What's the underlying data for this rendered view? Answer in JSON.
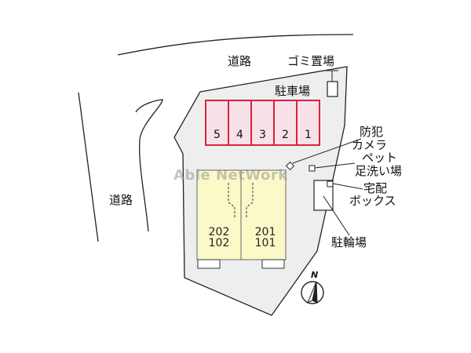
{
  "labels": {
    "road_top": "道路",
    "road_left": "道路",
    "trash": "ゴミ置場",
    "parking": "駐車場",
    "security_camera": [
      "防犯",
      "カメラ"
    ],
    "pet_footwash": [
      "ペット",
      "足洗い場"
    ],
    "delivery_box": [
      "宅配",
      "ボックス"
    ],
    "bicycle_parking": "駐輪場"
  },
  "parking_slots": [
    "5",
    "4",
    "3",
    "2",
    "1"
  ],
  "units": [
    {
      "upper": "202",
      "lower": "102"
    },
    {
      "upper": "201",
      "lower": "101"
    }
  ],
  "watermark": "Able NetWork",
  "north": "N",
  "colors": {
    "site_fill": "#eeeeee",
    "building_fill": "#fbf9c8",
    "parking_border": "#d9233c",
    "parking_fill": "#f8e1e8",
    "outline": "#222222"
  }
}
